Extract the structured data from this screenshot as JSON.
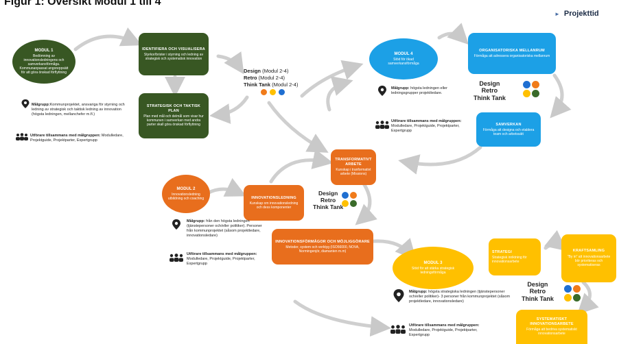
{
  "header": {
    "title": "Figur 1: Översikt Modul 1 till 4",
    "project_label": "Projekttid"
  },
  "module1": {
    "oval_heading": "MODUL 1",
    "oval_text": "Bedömning av innovationsledningens och samverkansförmåga. Kommunanpassat angoreppsätt för att göra önskad förflyttning",
    "box1_heading": "IDENTIFIERA OCH VISUALISERA",
    "box1_text": "Styrkor/brister i styrning och ledning av strategisk och systematisk innovation",
    "box2_heading": "STRATEGISK OCH TAKTISK PLAN",
    "box2_text": "Plan med mål och delmål som visar hur kommunen i samverkan med andra parter skall göra önskad förflyttning",
    "target_label": "Målgrupp:",
    "target_text": "Kommunprojektet, ansvariga för styrning och ledning av strategisk och taktisk ledning av innovation (högsta ledningen, mellanchefer m.fl.)",
    "perform_label": "Utförare tillsammans med målgruppen:",
    "perform_text": "Modulledare, Projektguide, Projektparter, Expertgrupp"
  },
  "legend_design": {
    "line1_bold": "Design",
    "line1_rest": " (Modul 2-4)",
    "line2_bold": "Retro",
    "line2_rest": " (Modul 2-4)",
    "line3_bold": "Think Tank",
    "line3_rest": " (Modul 2-4)"
  },
  "module4": {
    "oval_heading": "MODUL 4",
    "oval_text": "Stöd för ökad samverkansförmåga",
    "box1_heading": "ORGANISATORISKA MELLANRUM",
    "box1_text": "Förmåga att adressera organisatoriska mellanrum",
    "box2_heading": "SAMVERKAN",
    "box2_text": "Förmåga att designa och etablera team och arbetssätt",
    "target_label": "Målgrupp:",
    "target_text": "högsta ledningen eller ledningsgrupper projektledare.",
    "perform_label": "Utförare tillsammans med målgruppen:",
    "perform_text": "Modulledare, Projektguide, Projektparter, Expertgrupp",
    "drt_1": "Design",
    "drt_2": "Retro",
    "drt_3": "Think Tank"
  },
  "module2": {
    "oval_heading": "MODUL 2",
    "oval_text": "Innovationsledning utbildning och coaching",
    "box1_heading": "INNOVATIONSLEDNING",
    "box1_text": "Kunskap om innovationsledning och dess komponenter",
    "box2_heading": "TRANSFORMATIVT ARBETE",
    "box2_text": "Kunskap i tranformativt arbete (Missions)",
    "box3_heading": "INNOVATIONSFÖRMÅGOR OCH MÖJLIGGÖRARE",
    "box3_text": "Metoder, system och verktyg (ISO56000, NOVA, Normingenjör, diamanten m.m)",
    "target_label": "Målgrupp:",
    "target_text": "från den högsta ledningen (tjänstepersoner och/eller politiker). Personer från kommunprojektet (såsom projektledare, innovationsledare)",
    "perform_label": "Utförare tillsammans med målgruppen:",
    "perform_text": "Modulledare, Projektguide, Projektparter, Expertgrupp",
    "drt_1": "Design",
    "drt_2": "Retro",
    "drt_3": "Think Tank"
  },
  "module3": {
    "oval_heading": "MODUL 3",
    "oval_text": "Stöd för att stärka strategisk ledningsförmåga",
    "box1_heading": "STRATEGI",
    "box1_text": "Strategisk inriktning för innovationsarbete",
    "box2_heading": "KRAFTSAMLING",
    "box2_text": "\"By in\" att innovationsarbete bör prioriteras och systematiseras",
    "box3_heading": "SYSTEMATISKT INNOVATIONSARBETE",
    "box3_text": "Förmåga att bedriva systematiskt innovationsarbete",
    "target_label": "Målgrupp:",
    "target_text": "högsta strategiska ledningen (tjänstepersoner och/eller politiker)- 3 personer från kommunprojektet (såsom projektledare, innovationsledare)",
    "perform_label": "Utförare tillsammans med målgruppen:",
    "perform_text": "Modulledare, Projektguide, Projektparter, Expertgrupp",
    "drt_1": "Design",
    "drt_2": "Retro",
    "drt_3": "Think Tank"
  },
  "colors": {
    "module1": "#385723",
    "module2": "#e86e1d",
    "module3": "#ffc000",
    "module4": "#1ca0e6",
    "dot_blue": "#1f6fd1",
    "dot_orange": "#f07b1a",
    "dot_yellow": "#ffc000",
    "dot_green": "#3a6b2a"
  },
  "icons": {
    "target": "location-pin-group-icon",
    "performers": "people-group-icon",
    "arrow": "curved-arrow-icon"
  }
}
